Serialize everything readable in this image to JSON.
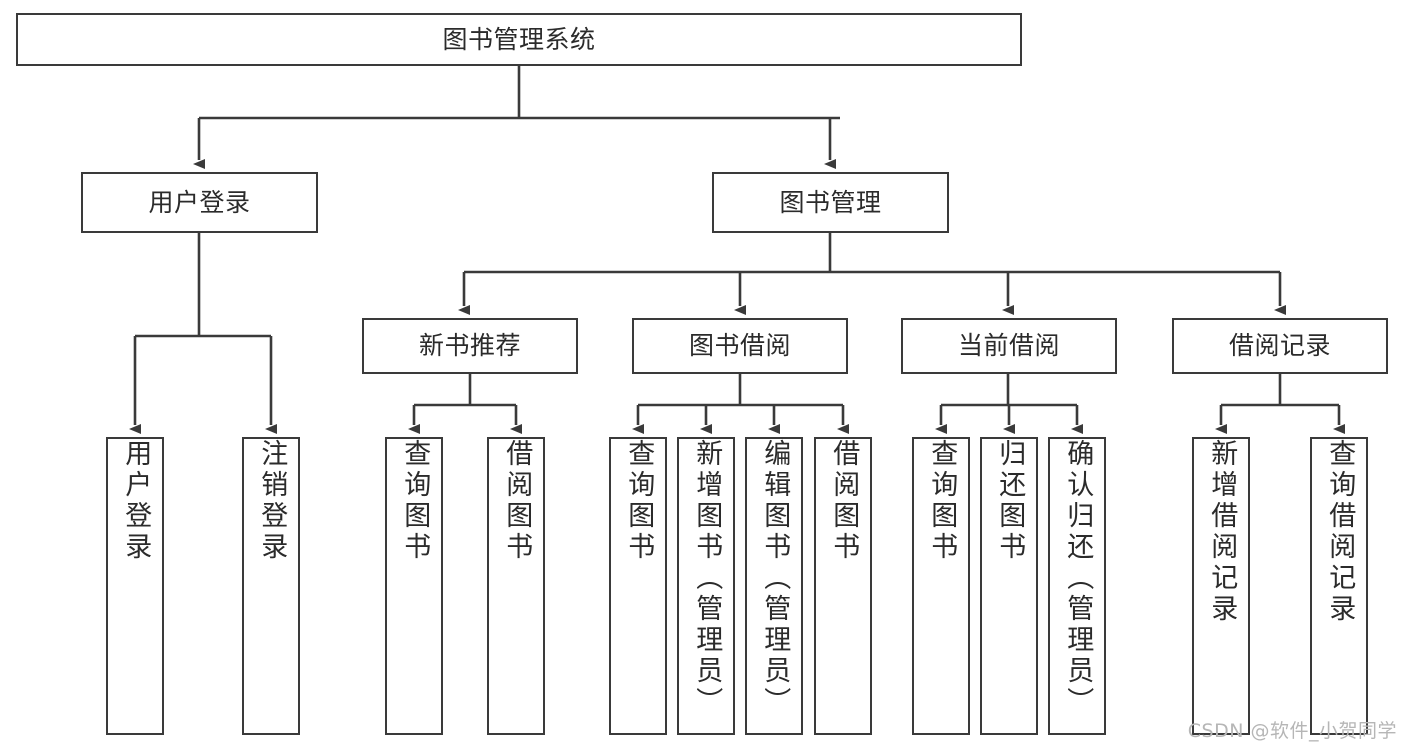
{
  "diagram": {
    "title": "图书管理系统",
    "type": "tree",
    "watermark": "CSDN @软件_小贺同学",
    "colors": {
      "stroke": "#3a3a3a",
      "box_fill": "#ffffff",
      "text": "#2b2b2b",
      "watermark": "#b6b6b6",
      "background": "#ffffff"
    },
    "nodes": {
      "root": {
        "label": "图书管理系统"
      },
      "level1": [
        {
          "label": "用户登录"
        },
        {
          "label": "图书管理"
        }
      ],
      "level2": [
        {
          "label": "新书推荐"
        },
        {
          "label": "图书借阅"
        },
        {
          "label": "当前借阅"
        },
        {
          "label": "借阅记录"
        }
      ],
      "leaves": {
        "user_login": [
          {
            "label": "用户登录"
          },
          {
            "label": "注销登录"
          }
        ],
        "new_book_recommend": [
          {
            "label": "查询图书"
          },
          {
            "label": "借阅图书"
          }
        ],
        "book_borrow": [
          {
            "label": "查询图书"
          },
          {
            "label": "新增图书（管理员）"
          },
          {
            "label": "编辑图书（管理员）"
          },
          {
            "label": "借阅图书"
          }
        ],
        "current_borrow": [
          {
            "label": "查询图书"
          },
          {
            "label": "归还图书"
          },
          {
            "label": "确认归还（管理员）"
          }
        ],
        "borrow_record": [
          {
            "label": "新增借阅记录"
          },
          {
            "label": "查询借阅记录"
          }
        ]
      }
    }
  }
}
